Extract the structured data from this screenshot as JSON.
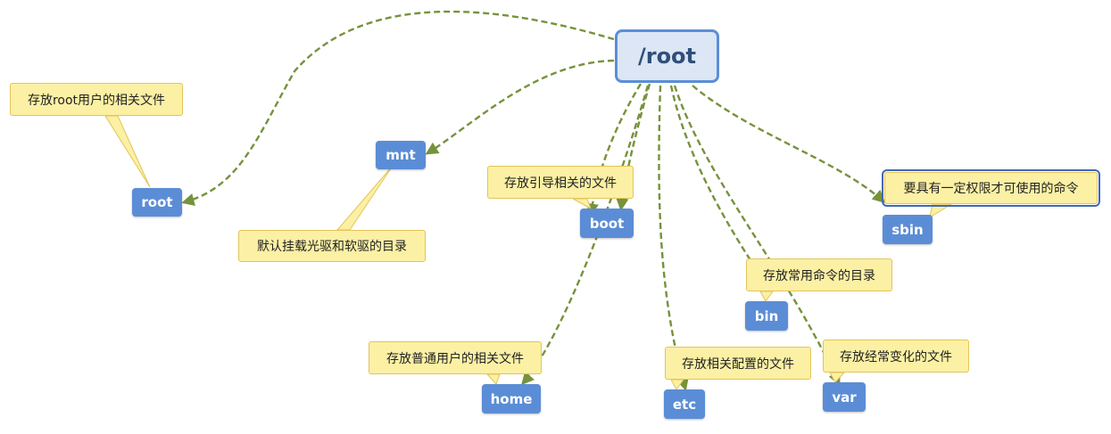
{
  "root": {
    "label": "/root"
  },
  "nodes": [
    {
      "id": "root",
      "label": "root"
    },
    {
      "id": "mnt",
      "label": "mnt"
    },
    {
      "id": "boot",
      "label": "boot"
    },
    {
      "id": "sbin",
      "label": "sbin"
    },
    {
      "id": "bin",
      "label": "bin"
    },
    {
      "id": "home",
      "label": "home"
    },
    {
      "id": "etc",
      "label": "etc"
    },
    {
      "id": "var",
      "label": "var"
    }
  ],
  "callouts": [
    {
      "for": "root",
      "text": "存放root用户的相关文件"
    },
    {
      "for": "mnt",
      "text": "默认挂载光驱和软驱的目录"
    },
    {
      "for": "boot",
      "text": "存放引导相关的文件"
    },
    {
      "for": "sbin",
      "text": "要具有一定权限才可使用的命令"
    },
    {
      "for": "bin",
      "text": "存放常用命令的目录"
    },
    {
      "for": "home",
      "text": "存放普通用户的相关文件"
    },
    {
      "for": "etc",
      "text": "存放相关配置的文件"
    },
    {
      "for": "var",
      "text": "存放经常变化的文件"
    }
  ],
  "colors": {
    "edge": "#76923c",
    "node_fill": "#5b8dd6",
    "root_fill": "#dce6f4",
    "root_border": "#5b8ed6",
    "callout_fill": "#fbf0a4",
    "callout_border": "#e4c45a"
  }
}
